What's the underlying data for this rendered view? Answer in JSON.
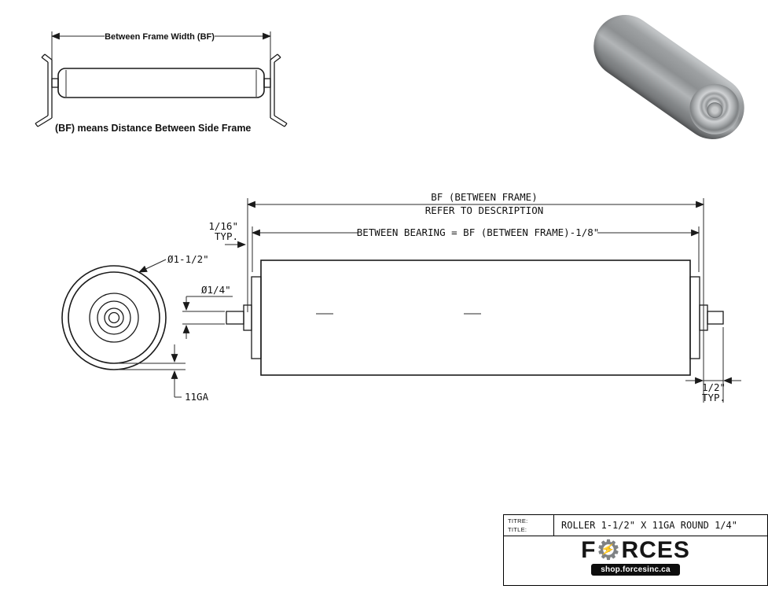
{
  "inset": {
    "dim_label": "Between Frame Width (BF)",
    "caption": "(BF) means Distance Between Side Frame"
  },
  "dims": {
    "bf_line1": "BF (BETWEEN FRAME)",
    "bf_line2": "REFER TO DESCRIPTION",
    "between_bearing": "BETWEEN BEARING = BF (BETWEEN FRAME)-1/8\"",
    "gap_value": "1/16\"",
    "gap_typ": "TYP.",
    "roller_dia": "Ø1-1/2\"",
    "shaft_dia": "Ø1/4\"",
    "gauge": "11GA",
    "tail_value": "1/2\"",
    "tail_typ": "TYP."
  },
  "titleblock": {
    "label_fr": "TITRE:",
    "label_en": "TITLE:",
    "title": "ROLLER 1-1/2\" X 11GA ROUND 1/4\"",
    "brand_prefix": "F",
    "brand_suffix": "RCES",
    "website": "shop.forcesinc.ca"
  },
  "icons": {
    "gear": "⚙",
    "bolt": "⚡"
  },
  "colors": {
    "line": "#1a1a1a",
    "dim_line": "#2a2a2a",
    "accent_yellow": "#f0b400",
    "roller_gray": "#97999b",
    "bar_black": "#0d0d0d"
  }
}
